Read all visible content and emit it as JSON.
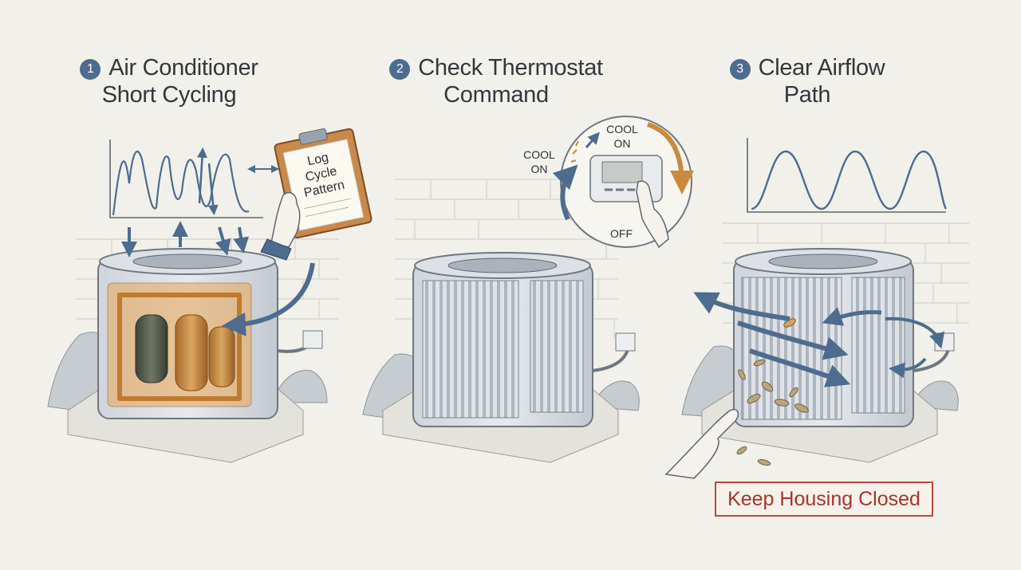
{
  "steps": [
    {
      "number": "1",
      "title_line1": "Air Conditioner",
      "title_line2": "Short Cycling"
    },
    {
      "number": "2",
      "title_line1": "Check Thermostat",
      "title_line2": "Command"
    },
    {
      "number": "3",
      "title_line1": "Clear Airflow",
      "title_line2": "Path"
    }
  ],
  "clipboard": {
    "line1": "Log",
    "line2": "Cycle",
    "line3": "Pattern"
  },
  "thermostat": {
    "label_cool_on_left_1": "COOL",
    "label_cool_on_left_2": "ON",
    "label_cool_on_top_1": "COOL",
    "label_cool_on_top_2": "ON",
    "label_off": "OFF"
  },
  "warning": {
    "text": "Keep Housing Closed"
  },
  "colors": {
    "arrow": "#4d6c8e",
    "copper": "#c98a3c",
    "warning": "#b94a40",
    "unit_body": "#d9dde2"
  }
}
